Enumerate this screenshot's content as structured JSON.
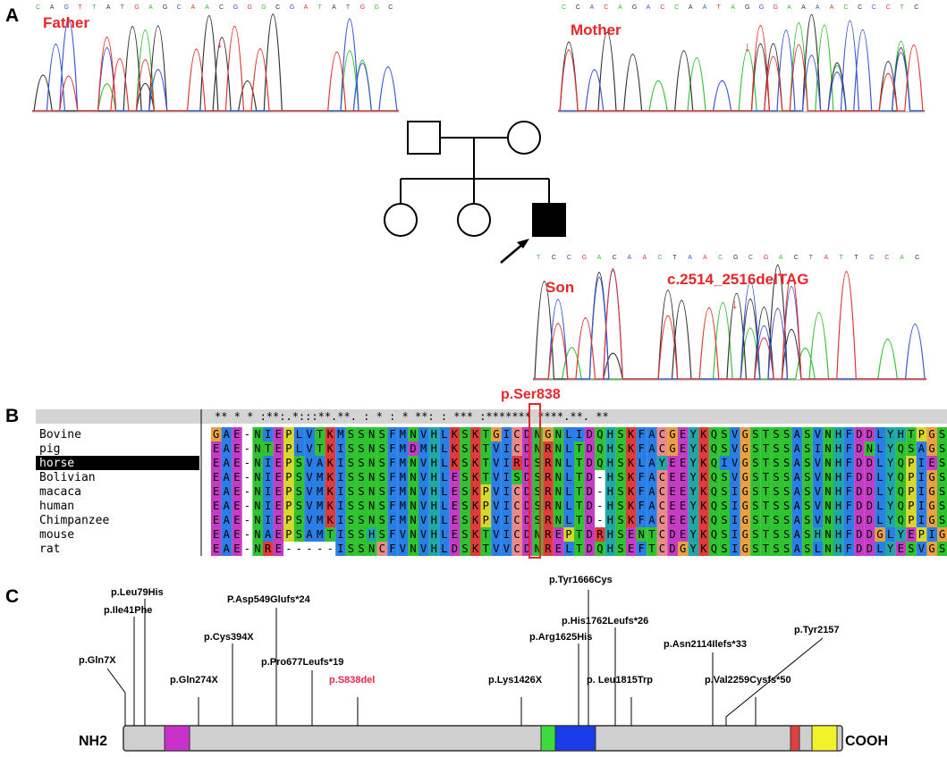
{
  "panels": {
    "a": "A",
    "b": "B",
    "c": "C"
  },
  "panel_a": {
    "father": "Father",
    "mother": "Mother",
    "son": "Son",
    "mutation": "c.2514_2516delTAG",
    "arrow_glyph": "↓"
  },
  "panel_b": {
    "site_label": "p.Ser838",
    "conservation": "** * *        :**:.*:::**.**. : * :   * **: :      *** :******* ****.**.   **",
    "rows": [
      {
        "name": "Bovine",
        "seq": "GAE-NIEPLVTKMSSNSFMNVHLKSKTGICDNGNLIDQHSKFACGEYKQSVGSTSSASVNHFDDLYHTPGSS"
      },
      {
        "name": "pig",
        "seq": "EAE-NTEPLVTKISSNSFMDMHLKSKTVICDNRNLTDQHSKFACGEYKQSVGSTSSASINHFDNLYQSAGSS"
      },
      {
        "name": "horse",
        "seq": "EAE-NIEPSVAKISSNSFMNVHLKSKTVIRDSRNLTDQHSKLAYEEYKQIVGSTSSASVNHFDDLYQPIESS"
      },
      {
        "name": "Bolivian",
        "seq": "EAE-NIEPSVMKISSNSFMNVHLESKTVISDSRNLTD-HSKFACEEYKQSVGSTSSASVNHFDDLYQPIGSS"
      },
      {
        "name": "macaca",
        "seq": "EAE-NIEPSVMKISSNSFMNVHLESKPVICDSRNLTD-HSKFACEEYKQSIGSTSSASVNHFDDLYQPIGSS"
      },
      {
        "name": "human",
        "seq": "EAE-NIEPSVMKISSNSFMNVHLESKPVICDSRNLTD-HSKFACEEYKQSIGSTSSASVNHFDDLYQPIGSS"
      },
      {
        "name": "Chimpanzee",
        "seq": "EAE-NIEPSVMKISSNSFMNVHLESKPVICDSRNLTD-HSKFACEEYKQSIGSTSSASVNHFDDLYQPIGSS"
      },
      {
        "name": "mouse",
        "seq": "EAE-NAEPSAMTISSHSFVNVHLESKTVICDNREPTDRHSENTCDEYKQSIGSTSSASHNHFDDGLYEPIGSS"
      },
      {
        "name": "rat",
        "seq": "EAE-NRE-----ISSNCFVNVHLDSKTVVCDNRELTDQHSEFTCDGYKQSIGSTSSASLNHFDDLYESVGSS"
      }
    ]
  },
  "panel_c": {
    "n_term": "NH2",
    "c_term": "COOH",
    "mutations": [
      {
        "label": "p.Gln7X"
      },
      {
        "label": "p.Ile41Phe"
      },
      {
        "label": "p.Leu79His"
      },
      {
        "label": "p.Gln274X"
      },
      {
        "label": "p.Cys394X"
      },
      {
        "label": "P.Asp549Glufs*24"
      },
      {
        "label": "p.Pro677Leufs*19"
      },
      {
        "label": "p.S838del",
        "highlight": true
      },
      {
        "label": "p.Lys1426X"
      },
      {
        "label": "p.Arg1625His"
      },
      {
        "label": "p.Tyr1666Cys"
      },
      {
        "label": "p.His1762Leufs*26"
      },
      {
        "label": "p. Leu1815Trp"
      },
      {
        "label": "p.Asn2114Ilefs*33"
      },
      {
        "label": "p.Tyr2157"
      },
      {
        "label": "p.Val2259Cysfs*50"
      }
    ]
  },
  "colors": {
    "label_red": "#e8262a",
    "highlight_red": "#e8264a",
    "trace_green": "#33c233",
    "trace_black": "#333333",
    "trace_blue": "#3a55d8",
    "trace_red": "#e23333"
  }
}
